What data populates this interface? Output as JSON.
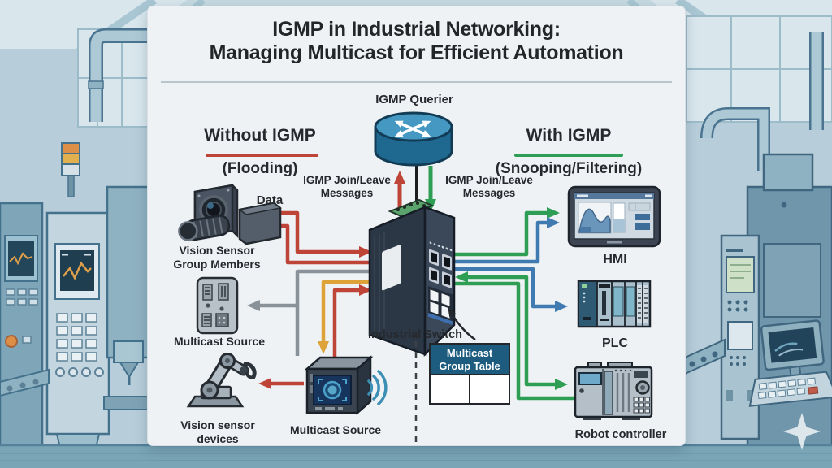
{
  "title": {
    "line1": "IGMP in Industrial Networking:",
    "line2": "Managing Multicast for Efficient Automation"
  },
  "querier": {
    "label": "IGMP Querier"
  },
  "sections": {
    "left": {
      "heading": "Without IGMP",
      "subheading": "(Flooding)",
      "underline_color": "#bf4438"
    },
    "right": {
      "heading": "With IGMP",
      "subheading": "(Snooping/Filtering)",
      "underline_color": "#2f9e55"
    }
  },
  "messages": {
    "left": "IGMP Join/Leave\nMessages",
    "right": "IGMP Join/Leave\nMessages",
    "data_label": "Data"
  },
  "devices": {
    "vision_sensor": {
      "label": "Vision Sensor\nGroup Members",
      "icon": "industrial-camera-icon"
    },
    "multicast_source_left": {
      "label": "Multicast Source",
      "icon": "io-panel-icon"
    },
    "vision_devices": {
      "label": "Vision sensor\ndevices",
      "icon": "robot-arm-icon"
    },
    "multicast_source_bottom": {
      "label": "Multicast Source",
      "icon": "smart-camera-wifi-icon"
    },
    "industrial_switch": {
      "label": "Industrial Switch",
      "icon": "din-rail-switch-icon"
    },
    "hmi": {
      "label": "HMI",
      "icon": "hmi-panel-icon"
    },
    "plc": {
      "label": "PLC",
      "icon": "plc-modules-icon"
    },
    "robot_controller": {
      "label": "Robot controller",
      "icon": "robot-controller-icon"
    }
  },
  "table": {
    "header": "Multicast\nGroup Table",
    "columns": 2,
    "rows": 1,
    "cells": [
      "",
      ""
    ]
  },
  "colors": {
    "red": "#bf4438",
    "green": "#2f9e55",
    "blue": "#3f7ab0",
    "orange": "#dda238",
    "gray": "#8a9299",
    "black_line": "#1c1c1c",
    "table_header": "#1d5c7e",
    "querier_blue": "#2d7ba6",
    "switch_body": "#2c3746",
    "panel_bg": "#eef2f5"
  }
}
